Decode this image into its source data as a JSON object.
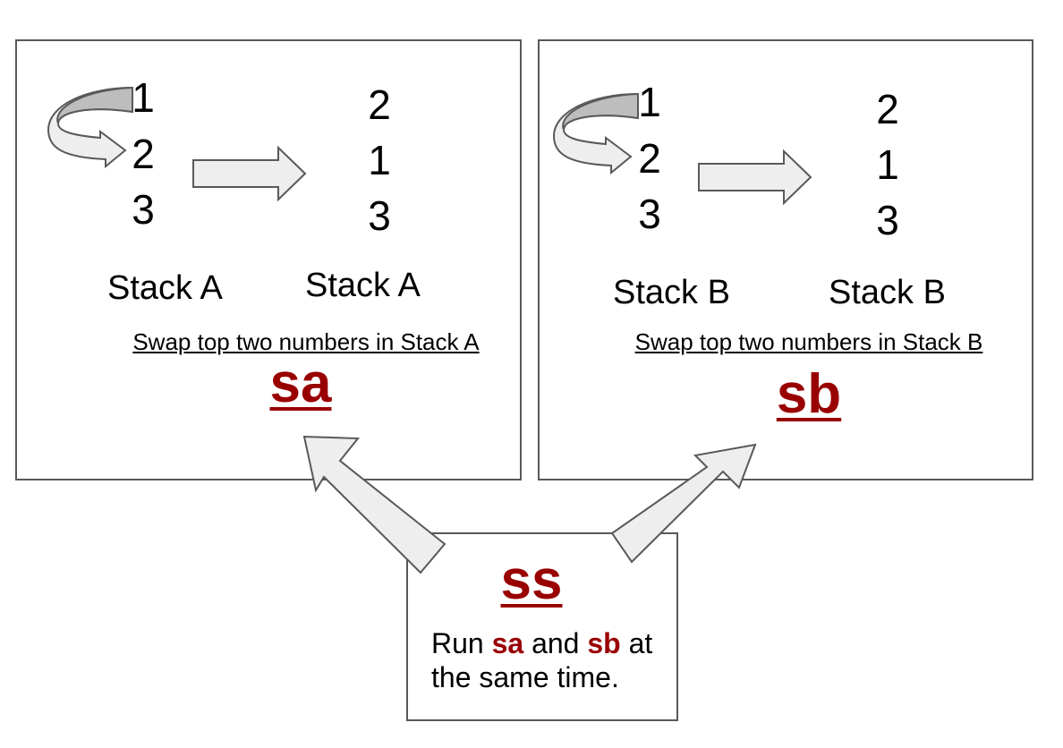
{
  "panel_a": {
    "before": [
      "1",
      "2",
      "3"
    ],
    "after": [
      "2",
      "1",
      "3"
    ],
    "label_before": "Stack A",
    "label_after": "Stack A",
    "caption": "Swap top two numbers in Stack A",
    "command": "sa"
  },
  "panel_b": {
    "before": [
      "1",
      "2",
      "3"
    ],
    "after": [
      "2",
      "1",
      "3"
    ],
    "label_before": "Stack B",
    "label_after": "Stack B",
    "caption": "Swap top two numbers in Stack B",
    "command": "sb"
  },
  "panel_ss": {
    "command": "ss",
    "desc_run": "Run",
    "desc_sa": "sa",
    "desc_and": "and",
    "desc_sb": "sb",
    "desc_at": "at",
    "desc_line2": "the same time."
  },
  "colors": {
    "command": "#990000",
    "arrow_fill": "#eeeeee",
    "arrow_stroke": "#595959",
    "curl_fill": "#bdbdbd"
  },
  "icons": [
    "curved-swap-arrow-icon",
    "right-arrow-icon",
    "diagonal-arrow-icon"
  ]
}
